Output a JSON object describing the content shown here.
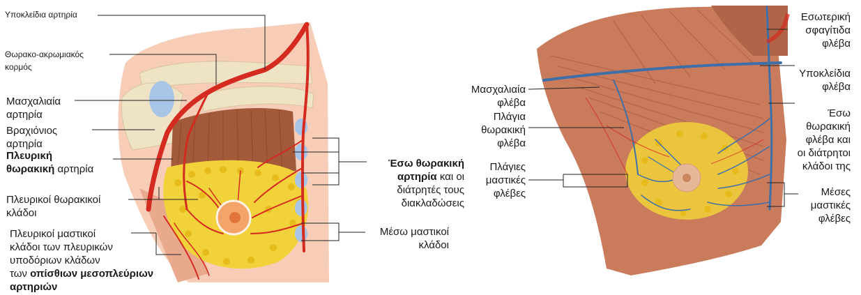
{
  "left_labels": {
    "subclavian_artery": "Υποκλείδια αρτηρία",
    "thoracoacromial_1": "Θωρακο-ακρωμιακός",
    "thoracoacromial_2": "κορμός",
    "axillary_artery_1": "Μασχαλιαία",
    "axillary_artery_2": "αρτηρία",
    "brachial_artery_1": "Βραχιόνιος",
    "brachial_artery_2": "αρτηρία",
    "lateral_thoracic_1": "Πλευρική",
    "lateral_thoracic_2a": "θωρακική",
    "lateral_thoracic_2b": " αρτηρία",
    "lateral_thoracic_branches_1": "Πλευρικοί θωρακικοί",
    "lateral_thoracic_branches_2": "κλάδοι",
    "lateral_mammary_1": "Πλευρικοί μαστικοί",
    "lateral_mammary_2": "κλάδοι των πλευρικών",
    "lateral_mammary_3": "υποδόριων κλάδων",
    "lateral_mammary_4a": "των ",
    "lateral_mammary_4b": "οπίσθιων μεσοπλεύριων",
    "lateral_mammary_5": "αρτηριών",
    "internal_thoracic_1": "Έσω θωρακική",
    "internal_thoracic_2a": "αρτηρία",
    "internal_thoracic_2b": " και οι",
    "internal_thoracic_3": "διάτρητές τους",
    "internal_thoracic_4": "διακλαδώσεις",
    "medial_mammary_1": "Μέσω μαστικοί",
    "medial_mammary_2": "κλάδοι"
  },
  "right_labels": {
    "axillary_vein_1": "Μασχαλιαία",
    "axillary_vein_2": "φλέβα",
    "lateral_thoracic_vein_1": "Πλάγια",
    "lateral_thoracic_vein_2": "θωρακική",
    "lateral_thoracic_vein_3": "φλέβα",
    "lateral_mammary_veins_1": "Πλάγιες",
    "lateral_mammary_veins_2": "μαστικές",
    "lateral_mammary_veins_3": "φλέβες",
    "internal_jugular_1": "Εσωτερική",
    "internal_jugular_2": "σφαγίτιδα",
    "internal_jugular_3": "φλέβα",
    "subclavian_vein_1": "Υποκλείδια",
    "subclavian_vein_2": "φλέβα",
    "internal_thoracic_vein_1": "Έσω",
    "internal_thoracic_vein_2": "θωρακική",
    "internal_thoracic_vein_3": "φλέβα και",
    "internal_thoracic_vein_4": "οι διάτρητοι",
    "internal_thoracic_vein_5": "κλάδοι της",
    "medial_mammary_veins_1": "Μέσες",
    "medial_mammary_veins_2": "μαστικές",
    "medial_mammary_veins_3": "φλέβες"
  },
  "colors": {
    "artery": "#d42a1f",
    "vein": "#3e6fa8",
    "fat": "#f2d23a",
    "muscle": "#c97b5c",
    "bone": "#efe3c6",
    "nipple": "#f4a36a"
  }
}
